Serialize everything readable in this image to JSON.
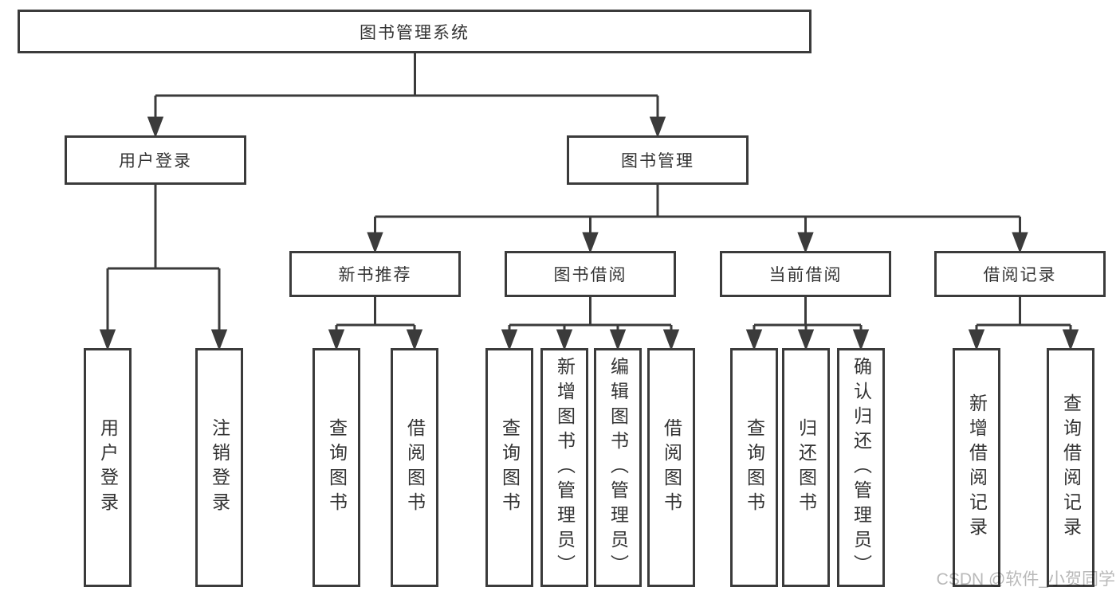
{
  "diagram": {
    "root": "图书管理系统",
    "branches": {
      "user_login": "用户登录",
      "book_mgmt": "图书管理"
    },
    "modules": {
      "new_book": "新书推荐",
      "book_borrow": "图书借阅",
      "current_borrow": "当前借阅",
      "borrow_record": "借阅记录"
    },
    "leaves": {
      "login": [
        "用户登录",
        "注销登录"
      ],
      "new_book": [
        "查询图书",
        "借阅图书"
      ],
      "borrow": [
        "查询图书",
        "新增图书（管理员）",
        "编辑图书（管理员）",
        "借阅图书"
      ],
      "current": [
        "查询图书",
        "归还图书",
        "确认归还（管理员）"
      ],
      "records": [
        "新增借阅记录",
        "查询借阅记录"
      ]
    }
  },
  "watermark": "CSDN @软件_小贺同学",
  "colors": {
    "line": "#3b3b3b",
    "text": "#333333",
    "watermark": "#b9b9b9",
    "background": "#ffffff"
  }
}
